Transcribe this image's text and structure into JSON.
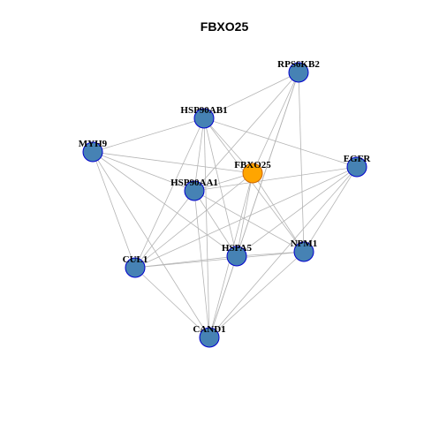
{
  "title": "FBXO25",
  "colors": {
    "node_fill": "#4682b4",
    "node_stroke": "#0000cd",
    "focus_fill": "#ffa500",
    "focus_stroke": "#cd6600",
    "edge": "#b4b4b4"
  },
  "nodes": [
    {
      "id": "RPS6KB2",
      "label": "RPS6KB2",
      "focus": false
    },
    {
      "id": "HSP90AB1",
      "label": "HSP90AB1",
      "focus": false
    },
    {
      "id": "MYH9",
      "label": "MYH9",
      "focus": false
    },
    {
      "id": "FBXO25",
      "label": "FBXO25",
      "focus": true
    },
    {
      "id": "EGFR",
      "label": "EGFR",
      "focus": false
    },
    {
      "id": "HSP90AA1",
      "label": "HSP90AA1",
      "focus": false
    },
    {
      "id": "HSPA5",
      "label": "HSPA5",
      "focus": false
    },
    {
      "id": "NPM1",
      "label": "NPM1",
      "focus": false
    },
    {
      "id": "CUL1",
      "label": "CUL1",
      "focus": false
    },
    {
      "id": "CAND1",
      "label": "CAND1",
      "focus": false
    }
  ],
  "edges": [
    [
      "RPS6KB2",
      "HSP90AB1"
    ],
    [
      "RPS6KB2",
      "HSP90AA1"
    ],
    [
      "RPS6KB2",
      "HSPA5"
    ],
    [
      "RPS6KB2",
      "NPM1"
    ],
    [
      "RPS6KB2",
      "CAND1"
    ],
    [
      "RPS6KB2",
      "FBXO25"
    ],
    [
      "HSP90AB1",
      "MYH9"
    ],
    [
      "HSP90AB1",
      "FBXO25"
    ],
    [
      "HSP90AB1",
      "EGFR"
    ],
    [
      "HSP90AB1",
      "HSP90AA1"
    ],
    [
      "HSP90AB1",
      "HSPA5"
    ],
    [
      "HSP90AB1",
      "NPM1"
    ],
    [
      "HSP90AB1",
      "CUL1"
    ],
    [
      "HSP90AB1",
      "CAND1"
    ],
    [
      "MYH9",
      "FBXO25"
    ],
    [
      "MYH9",
      "HSP90AA1"
    ],
    [
      "MYH9",
      "HSPA5"
    ],
    [
      "MYH9",
      "CUL1"
    ],
    [
      "MYH9",
      "CAND1"
    ],
    [
      "FBXO25",
      "HSP90AA1"
    ],
    [
      "FBXO25",
      "HSPA5"
    ],
    [
      "FBXO25",
      "NPM1"
    ],
    [
      "FBXO25",
      "CUL1"
    ],
    [
      "FBXO25",
      "CAND1"
    ],
    [
      "EGFR",
      "HSP90AA1"
    ],
    [
      "EGFR",
      "HSPA5"
    ],
    [
      "EGFR",
      "NPM1"
    ],
    [
      "EGFR",
      "CUL1"
    ],
    [
      "EGFR",
      "CAND1"
    ],
    [
      "HSP90AA1",
      "HSPA5"
    ],
    [
      "HSP90AA1",
      "NPM1"
    ],
    [
      "HSP90AA1",
      "CUL1"
    ],
    [
      "HSP90AA1",
      "CAND1"
    ],
    [
      "HSPA5",
      "NPM1"
    ],
    [
      "HSPA5",
      "CUL1"
    ],
    [
      "HSPA5",
      "CAND1"
    ],
    [
      "NPM1",
      "CUL1"
    ],
    [
      "NPM1",
      "CAND1"
    ],
    [
      "CUL1",
      "CAND1"
    ]
  ]
}
